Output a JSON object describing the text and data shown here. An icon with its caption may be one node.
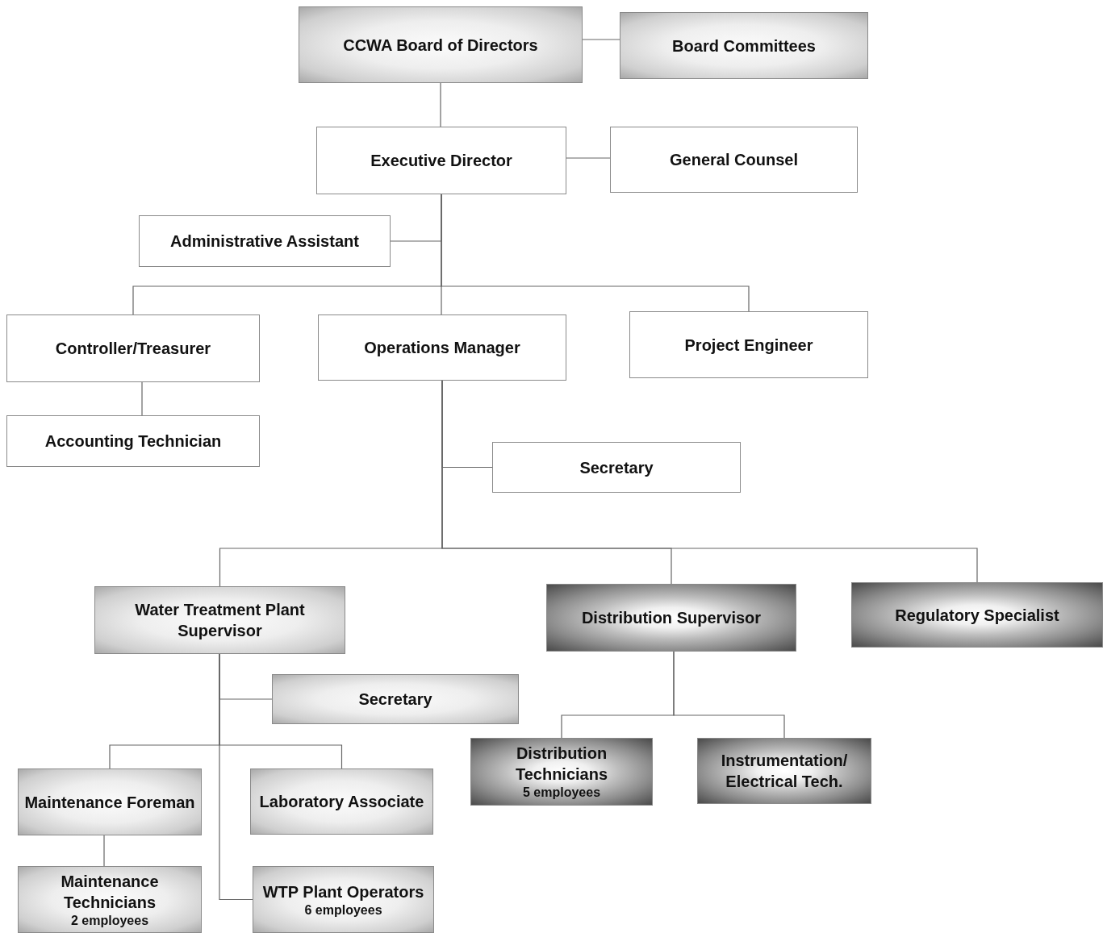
{
  "diagram": {
    "nodes": [
      {
        "text": [
          "CCWA Board of Directors"
        ]
      },
      {
        "text": [
          "Board Committees"
        ]
      },
      {
        "text": [
          "Executive Director"
        ]
      },
      {
        "text": [
          "General Counsel"
        ]
      },
      {
        "text": [
          "Administrative Assistant"
        ]
      },
      {
        "text": [
          "Controller/Treasurer"
        ]
      },
      {
        "text": [
          "Operations Manager"
        ]
      },
      {
        "text": [
          "Project Engineer"
        ]
      },
      {
        "text": [
          "Accounting Technician"
        ]
      },
      {
        "text": [
          "Secretary"
        ]
      },
      {
        "text": [
          "Water Treatment Plant Supervisor"
        ]
      },
      {
        "text": [
          "Distribution Supervisor"
        ]
      },
      {
        "text": [
          "Regulatory Specialist"
        ]
      },
      {
        "text": [
          "Secretary"
        ]
      },
      {
        "text": [
          "Distribution Technicians",
          "5 employees"
        ]
      },
      {
        "text": [
          "Instrumentation/ Electrical Tech."
        ]
      },
      {
        "text": [
          "Maintenance Foreman"
        ]
      },
      {
        "text": [
          "Laboratory Associate"
        ]
      },
      {
        "text": [
          "Maintenance Technicians",
          "2 employees"
        ]
      },
      {
        "text": [
          "WTP Plant Operators",
          "6 employees"
        ]
      }
    ],
    "edges": [
      {
        "from": 0,
        "to": 1,
        "arrow": "none"
      },
      {
        "from": 0,
        "to": 2,
        "arrow": "none"
      },
      {
        "from": 2,
        "to": 3,
        "arrow": "none"
      },
      {
        "from": 2,
        "to": 4,
        "arrow": "none"
      },
      {
        "from": 2,
        "to": 5,
        "arrow": "none"
      },
      {
        "from": 2,
        "to": 6,
        "arrow": "none"
      },
      {
        "from": 2,
        "to": 7,
        "arrow": "none"
      },
      {
        "from": 5,
        "to": 8,
        "arrow": "none"
      },
      {
        "from": 6,
        "to": 9,
        "arrow": "none"
      },
      {
        "from": 6,
        "to": 10,
        "arrow": "none"
      },
      {
        "from": 6,
        "to": 11,
        "arrow": "none"
      },
      {
        "from": 6,
        "to": 12,
        "arrow": "none"
      },
      {
        "from": 10,
        "to": 13,
        "arrow": "none"
      },
      {
        "from": 10,
        "to": 16,
        "arrow": "none"
      },
      {
        "from": 10,
        "to": 17,
        "arrow": "none"
      },
      {
        "from": 10,
        "to": 19,
        "arrow": "none"
      },
      {
        "from": 11,
        "to": 14,
        "arrow": "none"
      },
      {
        "from": 11,
        "to": 15,
        "arrow": "none"
      },
      {
        "from": 16,
        "to": 18,
        "arrow": "none"
      }
    ]
  }
}
